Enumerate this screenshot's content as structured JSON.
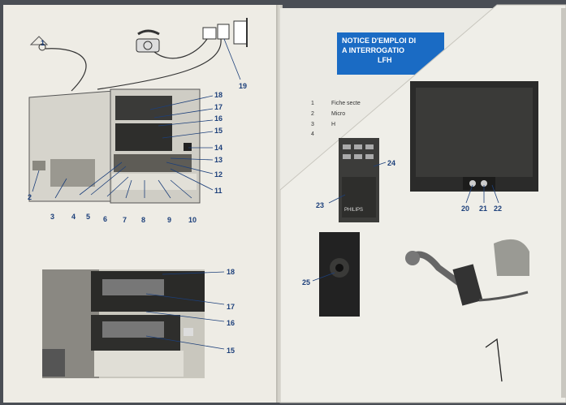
{
  "right_page": {
    "title_line1": "NOTICE D'EMPLOI DI",
    "title_line2": "A INTERROGATIO",
    "title_line3": "LFH",
    "toc": [
      {
        "num": "1",
        "text": "Fiche secte"
      },
      {
        "num": "2",
        "text": "Micro"
      },
      {
        "num": "3",
        "text": "H"
      },
      {
        "num": "4",
        "text": ""
      }
    ],
    "brand": "PHILIPS"
  },
  "left_labels": [
    "1",
    "2",
    "3",
    "4",
    "5",
    "6",
    "7",
    "8",
    "9",
    "10",
    "11",
    "12",
    "13",
    "14",
    "15",
    "16",
    "17",
    "18",
    "19"
  ],
  "lower_labels": [
    "18",
    "17",
    "16",
    "15"
  ],
  "right_labels": [
    "20",
    "21",
    "22",
    "23",
    "24",
    "25"
  ],
  "handwriting": "1"
}
